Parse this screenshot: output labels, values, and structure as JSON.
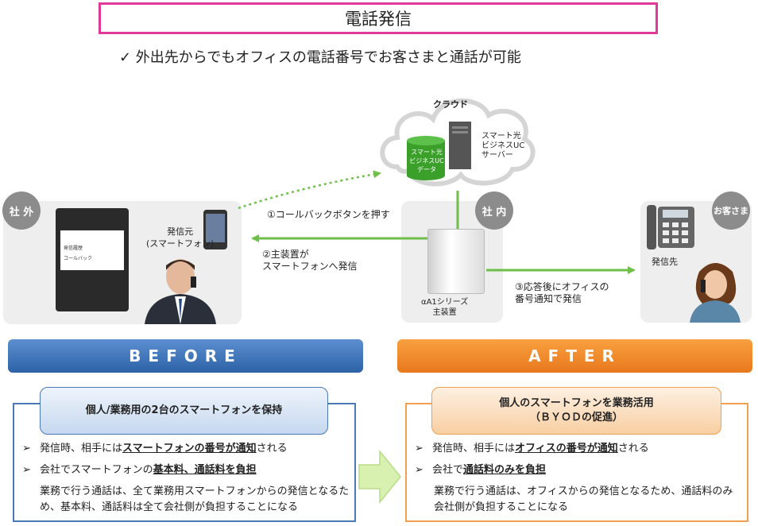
{
  "title": "電話発信",
  "subtitle": "✓  外出先からでもオフィスの電話番号でお客さまと通話が可能",
  "diagram": {
    "cloud_label": "クラウド",
    "cloud_db_label": "スマート光\nビジネスUC\nデータ",
    "cloud_server_label": "スマート光\nビジネスUC\nサーバー",
    "outside_label": "社 外",
    "inside_label": "社 内",
    "customer_label": "お客さま",
    "caller_label": "発信元\n(スマートフォン)",
    "main_unit_label": "αA1シリーズ\n主装置",
    "callee_label": "発信先",
    "step1": "①コールバックボタンを押す",
    "step2": "②主装置が\nスマートフォンへ発信",
    "step3": "③応答後にオフィスの\n番号通知で発信",
    "phone_menu_1": "発信履歴",
    "phone_menu_2": "コールバック",
    "colors": {
      "green_arrow": "#6fbf4a",
      "dotted_arrow": "#6fbf4a",
      "circle": "#8c8c8c"
    }
  },
  "before": {
    "banner": "BEFORE",
    "heading": "個人/業務用の2台のスマートフォンを保持",
    "bullet1_a": "発信時、相手には",
    "bullet1_b": "スマートフォンの番号が通知",
    "bullet1_c": "される",
    "bullet2_a": "会社でスマートフォンの",
    "bullet2_b": "基本料、通話料を負担",
    "para": "業務で行う通話は、全て業務用スマートフォンからの発信となるため、基本料、通話料は全て会社側が負担することになる",
    "colors": {
      "banner": "#2d62a8",
      "border": "#4a78b8"
    }
  },
  "after": {
    "banner": "AFTER",
    "heading_1": "個人のスマートフォンを業務活用",
    "heading_2": "（ＢＹＯＤの促進）",
    "bullet1_a": "発信時、相手には",
    "bullet1_b": "オフィスの番号が通知",
    "bullet1_c": "される",
    "bullet2_a": "会社で",
    "bullet2_b": "通話料のみを負担",
    "para": "業務で行う通話は、オフィスからの発信となるため、通話料のみ会社側が負担することになる",
    "colors": {
      "banner": "#e8781c",
      "border": "#f0a050"
    }
  },
  "bullet_mark": "➢"
}
